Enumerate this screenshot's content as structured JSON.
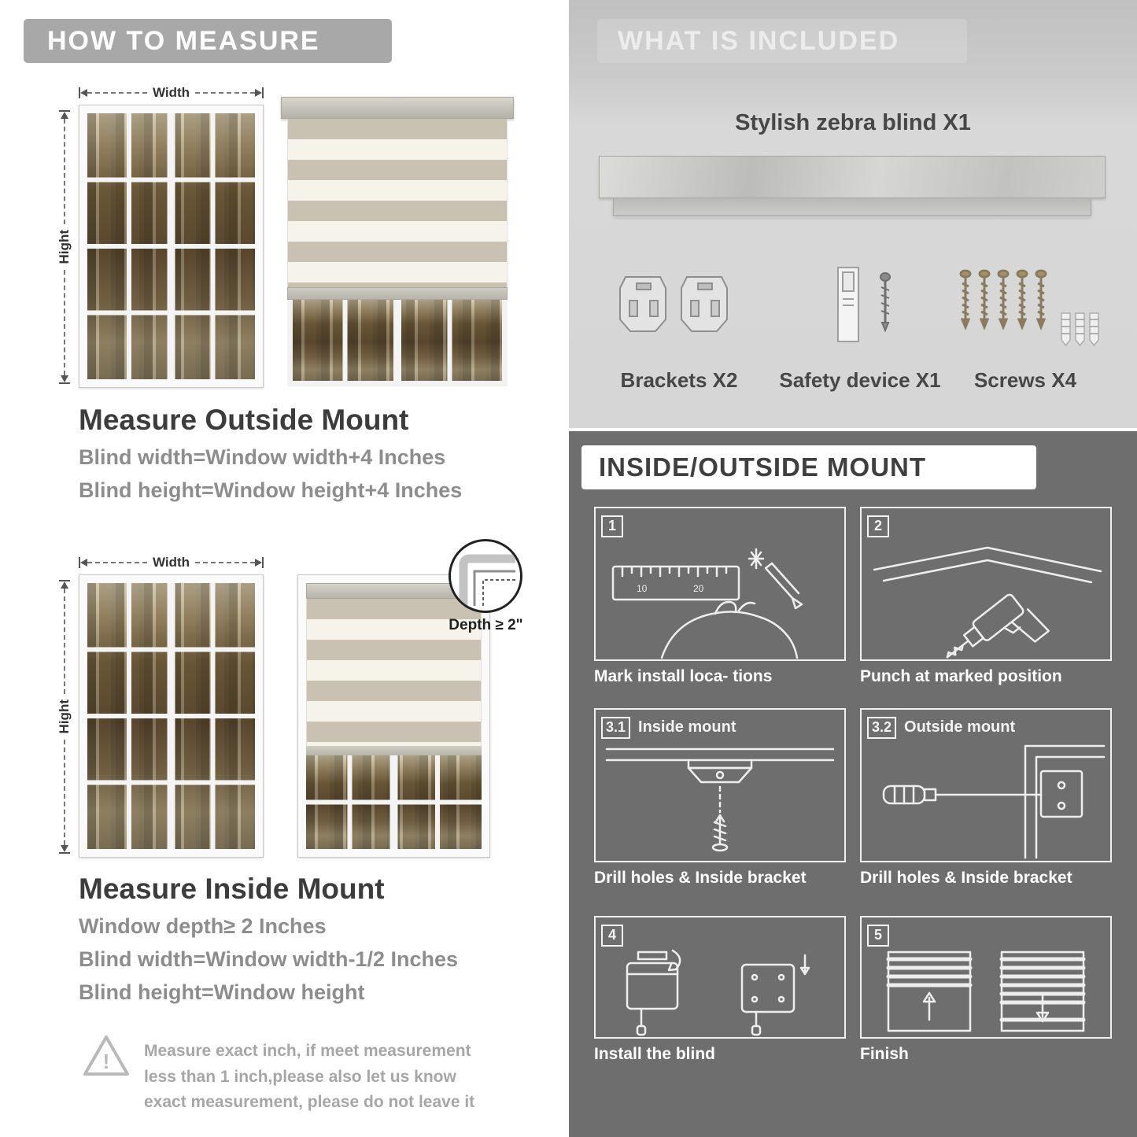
{
  "left": {
    "banner": "HOW TO MEASURE",
    "outside": {
      "width_label": "Width",
      "height_label": "Hight",
      "heading": "Measure Outside Mount",
      "formulas": [
        "Blind width=Window width+4 Inches",
        "Blind height=Window height+4 Inches"
      ]
    },
    "inside": {
      "width_label": "Width",
      "height_label": "Hight",
      "depth_label": "Depth ≥ 2\"",
      "heading": "Measure Inside Mount",
      "formulas": [
        "Window depth≥ 2 Inches",
        "Blind width=Window width-1/2 Inches",
        "Blind height=Window height"
      ]
    },
    "note_text": "Measure exact inch, if meet measurement less than 1 inch,please also let us know exact measurement, please do not leave it"
  },
  "right": {
    "included": {
      "banner": "WHAT IS INCLUDED",
      "blind_title": "Stylish zebra blind X1",
      "item_labels": [
        "Brackets X2",
        "Safety device X1",
        "Screws X4"
      ]
    },
    "mount": {
      "banner": "INSIDE/OUTSIDE MOUNT",
      "steps": [
        {
          "num": "1",
          "tag": "",
          "caption": "Mark install loca- tions"
        },
        {
          "num": "2",
          "tag": "",
          "caption": "Punch at marked position"
        },
        {
          "num": "3.1",
          "tag": "Inside mount",
          "caption": "Drill holes & Inside bracket"
        },
        {
          "num": "3.2",
          "tag": "Outside mount",
          "caption": "Drill holes & Inside bracket"
        },
        {
          "num": "4",
          "tag": "",
          "caption": "Install the blind"
        },
        {
          "num": "5",
          "tag": "",
          "caption": "Finish"
        }
      ]
    }
  },
  "colors": {
    "banner_gray": "#a8a8a8",
    "heading": "#3c3c3c",
    "formula_gray": "#8d8d8d",
    "dark_section": "#6e6e6e"
  }
}
